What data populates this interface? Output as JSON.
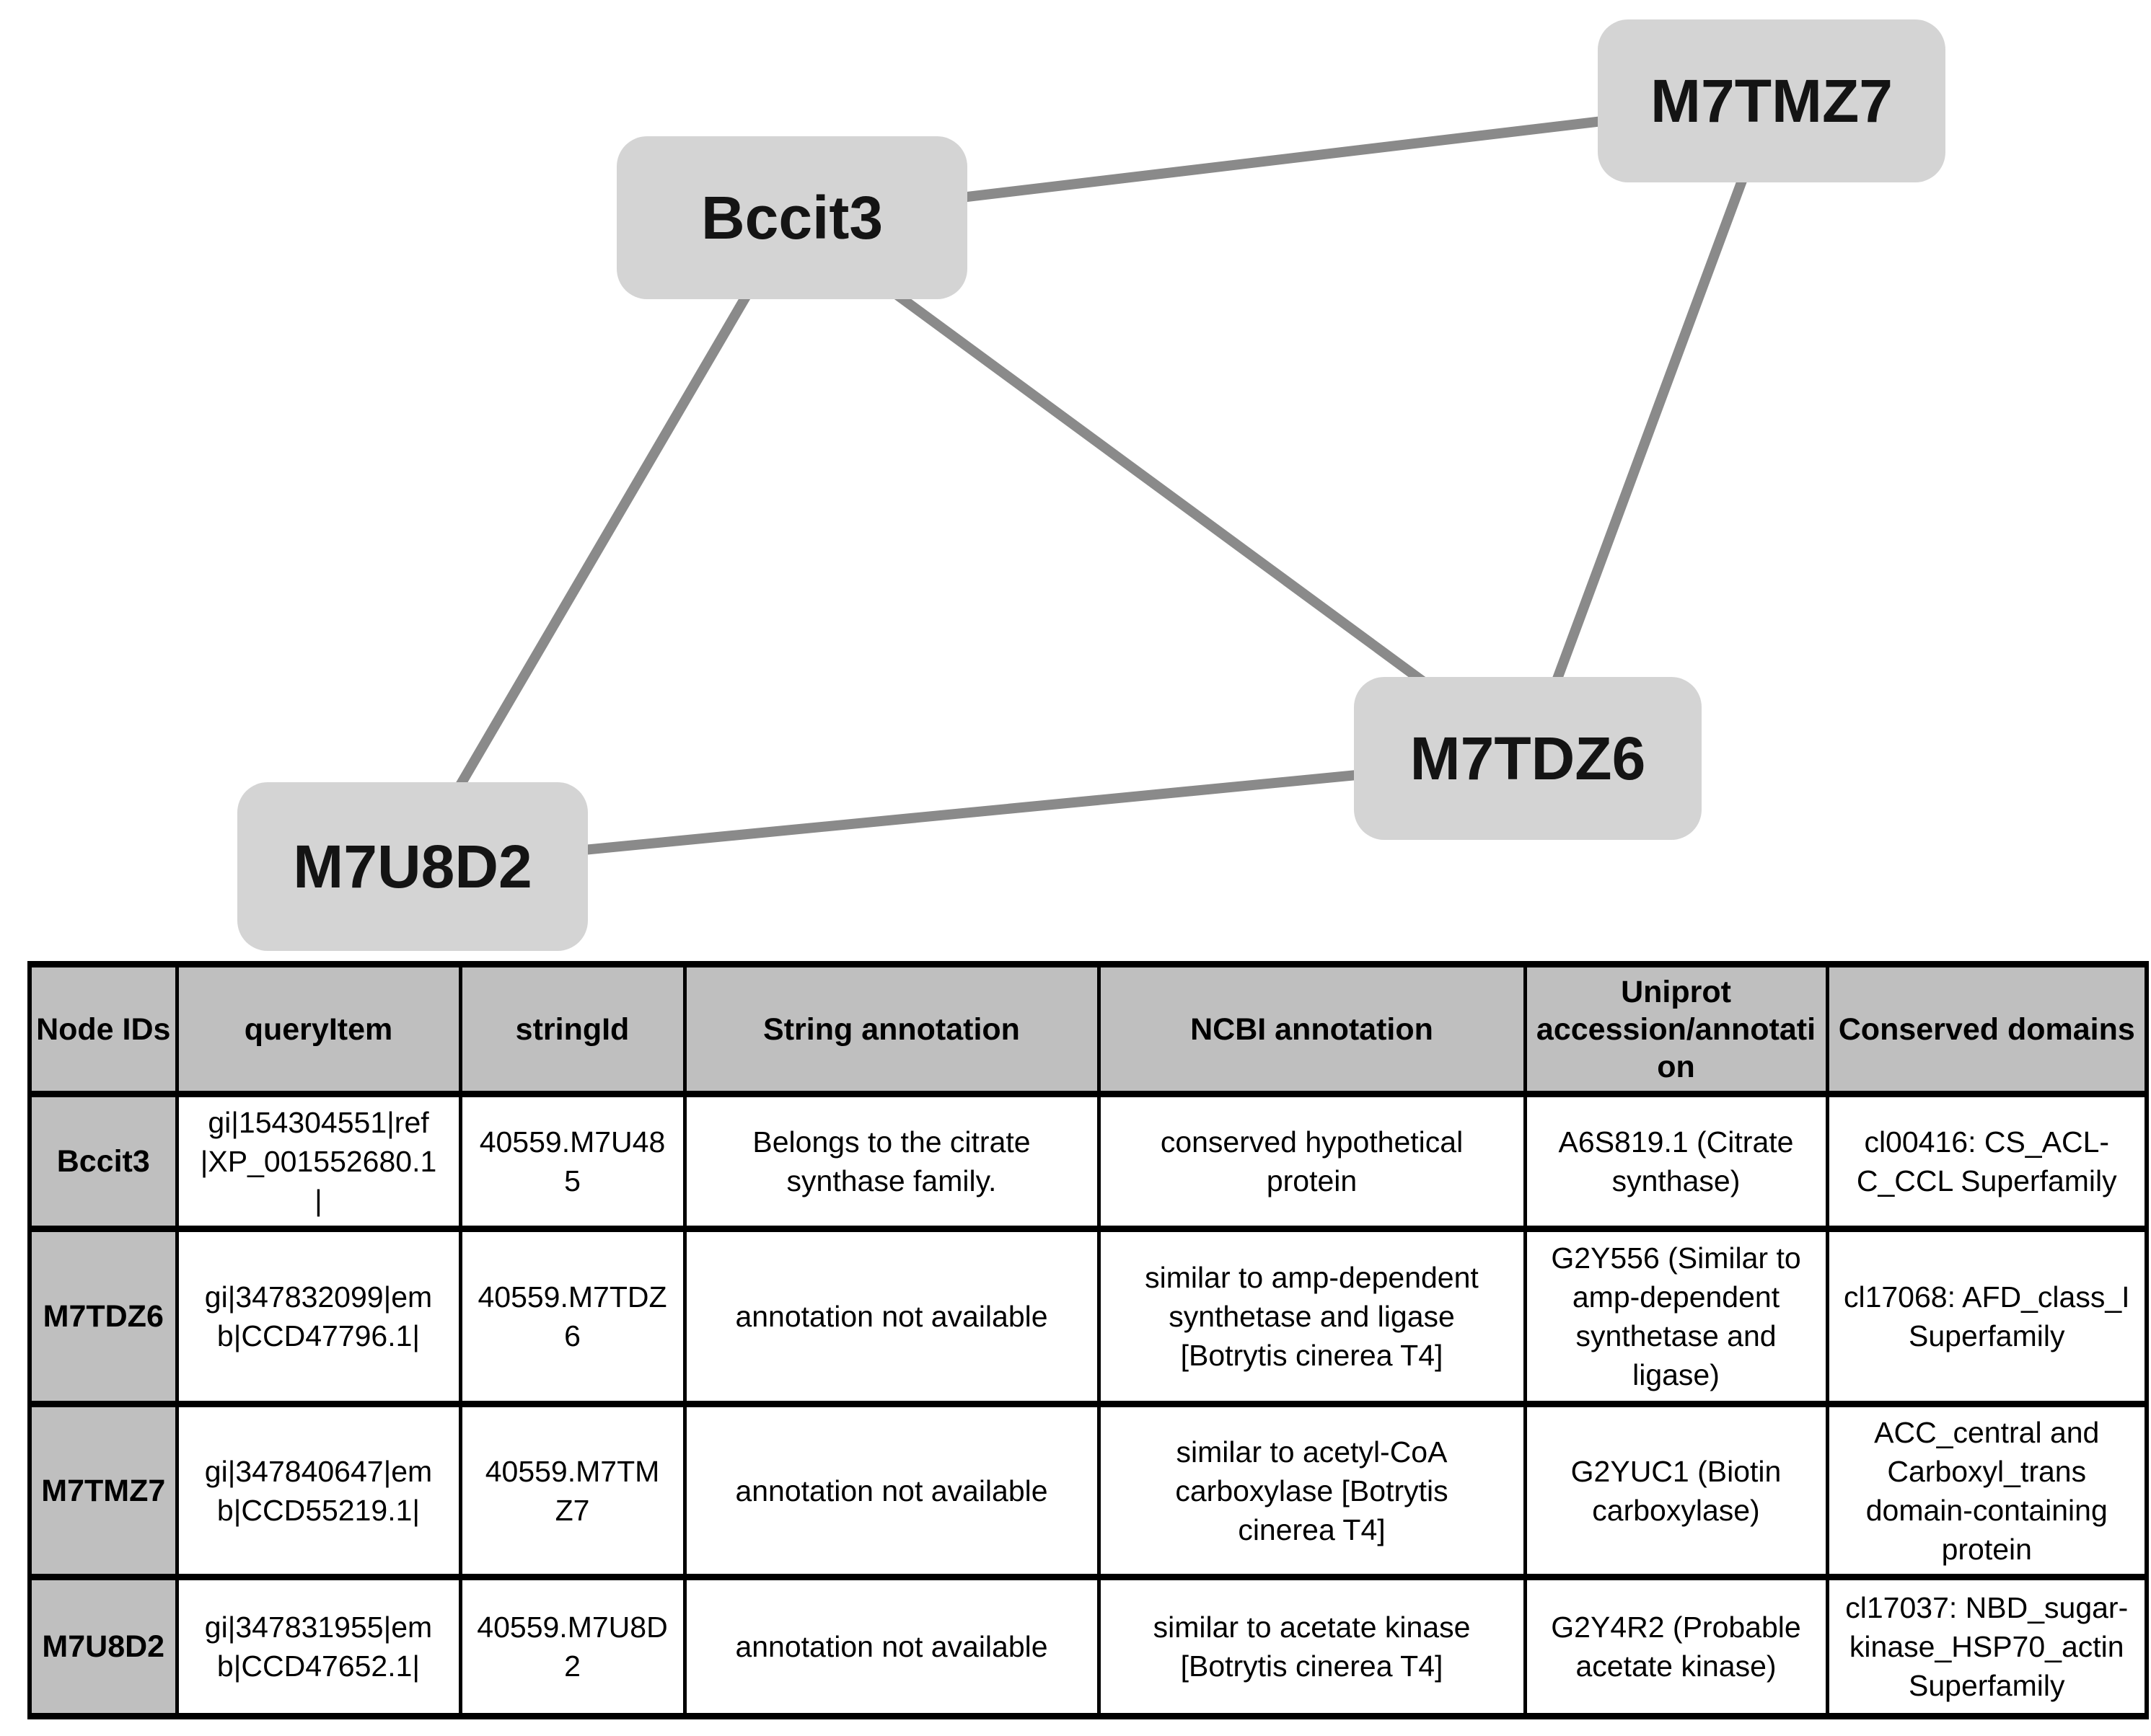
{
  "network": {
    "nodes": [
      {
        "id": "Bccit3",
        "label": "Bccit3"
      },
      {
        "id": "M7TMZ7",
        "label": "M7TMZ7"
      },
      {
        "id": "M7TDZ6",
        "label": "M7TDZ6"
      },
      {
        "id": "M7U8D2",
        "label": "M7U8D2"
      }
    ],
    "edges": [
      {
        "source": "Bccit3",
        "target": "M7TMZ7"
      },
      {
        "source": "Bccit3",
        "target": "M7TDZ6"
      },
      {
        "source": "Bccit3",
        "target": "M7U8D2"
      },
      {
        "source": "M7TMZ7",
        "target": "M7TDZ6"
      },
      {
        "source": "M7U8D2",
        "target": "M7TDZ6"
      }
    ],
    "node_fill": "#d4d4d4",
    "edge_color": "#8a8a8a",
    "label_color": "#141414"
  },
  "table": {
    "header_bg": "#bfbfbf",
    "border_color": "#000000",
    "headers": [
      "Node IDs",
      "queryItem",
      "stringId",
      "String annotation",
      "NCBI annotation",
      "Uniprot\naccession/annotati\non",
      "Conserved domains"
    ],
    "rows": [
      {
        "cells": [
          "Bccit3",
          "gi|154304551|ref\n|XP_001552680.1\n|",
          "40559.M7U48\n5",
          "Belongs to the citrate\nsynthase family.",
          "conserved hypothetical\nprotein",
          "A6S819.1 (Citrate\nsynthase)",
          "cl00416: CS_ACL-\nC_CCL Superfamily"
        ]
      },
      {
        "cells": [
          "M7TDZ6",
          "gi|347832099|em\nb|CCD47796.1|",
          "40559.M7TDZ\n6",
          "annotation not available",
          "similar to amp-dependent\nsynthetase and ligase\n[Botrytis cinerea T4]",
          "G2Y556 (Similar to\namp-dependent\nsynthetase and\nligase)",
          "cl17068: AFD_class_I\nSuperfamily"
        ]
      },
      {
        "cells": [
          "M7TMZ7",
          "gi|347840647|em\nb|CCD55219.1|",
          "40559.M7TM\nZ7",
          "annotation not available",
          "similar to acetyl-CoA\ncarboxylase [Botrytis\ncinerea T4]",
          "G2YUC1 (Biotin\ncarboxylase)",
          "ACC_central and\nCarboxyl_trans\ndomain-containing\nprotein"
        ]
      },
      {
        "cells": [
          "M7U8D2",
          "gi|347831955|em\nb|CCD47652.1|",
          "40559.M7U8D\n2",
          "annotation not available",
          "similar to acetate kinase\n[Botrytis cinerea T4]",
          "G2Y4R2 (Probable\nacetate kinase)",
          "cl17037: NBD_sugar-\nkinase_HSP70_actin\nSuperfamily"
        ]
      }
    ]
  }
}
